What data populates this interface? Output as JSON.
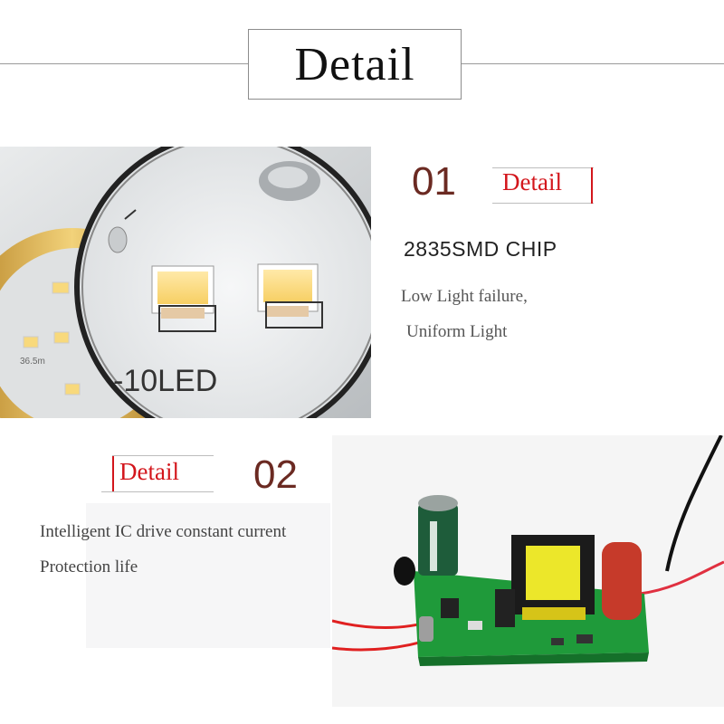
{
  "header": {
    "title": "Detail"
  },
  "section1": {
    "number": "01",
    "tag": "Detail",
    "chip": "2835SMD CHIP",
    "lines": [
      "Low Light failure,",
      "Uniform Light"
    ],
    "photo": {
      "board_label": "10LED",
      "dimension_label": "36.5m"
    }
  },
  "section2": {
    "number": "02",
    "tag": "Detail",
    "lines": [
      "Intelligent IC drive constant current",
      "Protection life"
    ]
  },
  "colors": {
    "accent_red": "#d3161c",
    "number_brown": "#6b2a22"
  }
}
